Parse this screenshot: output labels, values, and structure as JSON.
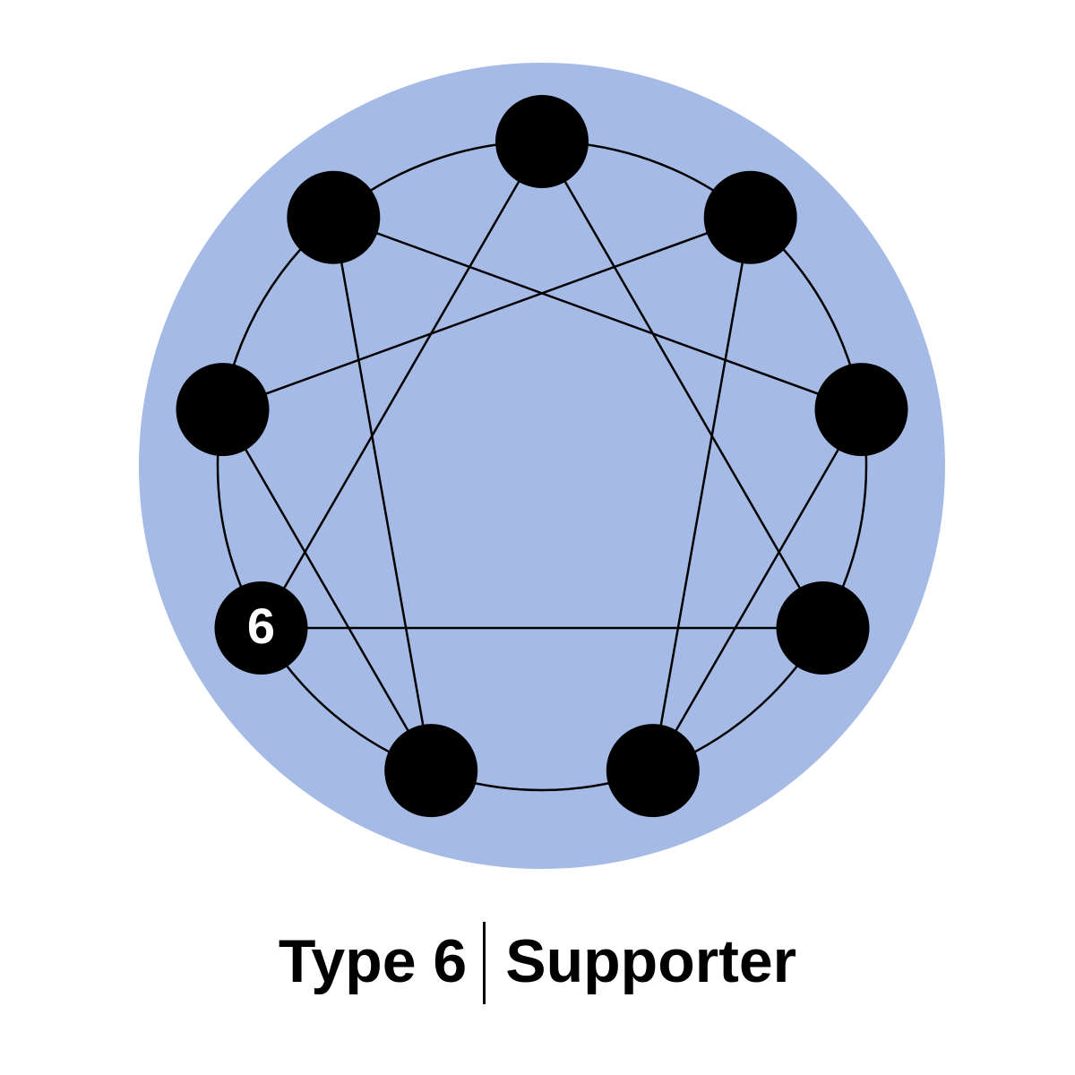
{
  "colors": {
    "background": "#ffffff",
    "disc": "#a5bbe6",
    "ink": "#000000",
    "label_text": "#ffffff"
  },
  "diagram": {
    "points": 9,
    "highlighted_point": 6,
    "highlighted_label": "6",
    "connections": [
      [
        1,
        4
      ],
      [
        4,
        2
      ],
      [
        2,
        8
      ],
      [
        8,
        5
      ],
      [
        5,
        7
      ],
      [
        7,
        1
      ],
      [
        3,
        6
      ],
      [
        6,
        9
      ],
      [
        9,
        3
      ]
    ]
  },
  "caption": {
    "type": "Type 6",
    "name": "Supporter"
  }
}
